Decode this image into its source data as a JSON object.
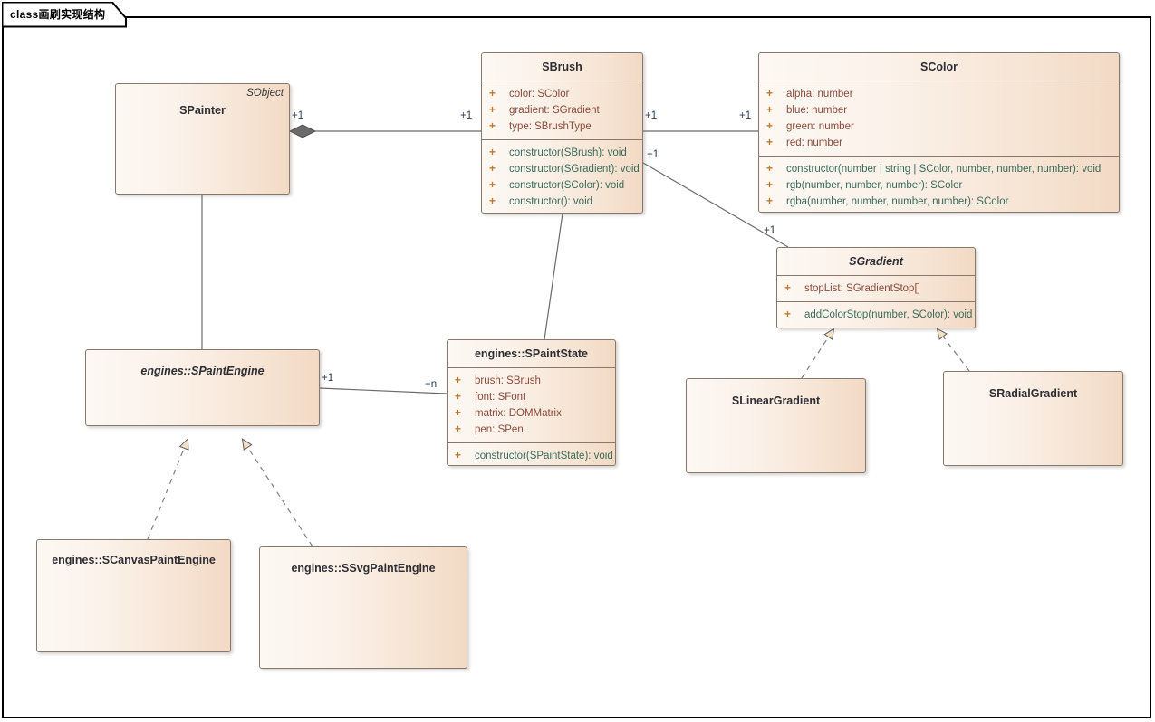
{
  "diagram": {
    "frame_keyword": "class",
    "frame_title": "画刷实现结构",
    "frame_label_full": "class画刷实现结构"
  },
  "classes": {
    "spainter": {
      "name": "SPainter",
      "tag": "SObject"
    },
    "sbrush": {
      "name": "SBrush",
      "attributes": [
        {
          "vis": "+",
          "sig": "color: SColor"
        },
        {
          "vis": "+",
          "sig": "gradient: SGradient"
        },
        {
          "vis": "+",
          "sig": "type: SBrushType"
        }
      ],
      "operations": [
        {
          "vis": "+",
          "sig": "constructor(SBrush): void"
        },
        {
          "vis": "+",
          "sig": "constructor(SGradient): void"
        },
        {
          "vis": "+",
          "sig": "constructor(SColor): void"
        },
        {
          "vis": "+",
          "sig": "constructor(): void"
        }
      ]
    },
    "scolor": {
      "name": "SColor",
      "attributes": [
        {
          "vis": "+",
          "sig": "alpha: number"
        },
        {
          "vis": "+",
          "sig": "blue: number"
        },
        {
          "vis": "+",
          "sig": "green: number"
        },
        {
          "vis": "+",
          "sig": "red: number"
        }
      ],
      "operations": [
        {
          "vis": "+",
          "sig": "constructor(number | string | SColor, number, number, number): void"
        },
        {
          "vis": "+",
          "sig": "rgb(number, number, number): SColor"
        },
        {
          "vis": "+",
          "sig": "rgba(number, number, number, number): SColor"
        }
      ]
    },
    "sgradient": {
      "name": "SGradient",
      "attributes": [
        {
          "vis": "+",
          "sig": "stopList: SGradientStop[]"
        }
      ],
      "operations": [
        {
          "vis": "+",
          "sig": "addColorStop(number, SColor): void"
        }
      ]
    },
    "slineargradient": {
      "name": "SLinearGradient"
    },
    "sradialgradient": {
      "name": "SRadialGradient"
    },
    "spaintengine": {
      "name": "engines::SPaintEngine"
    },
    "spaintstate": {
      "name": "engines::SPaintState",
      "attributes": [
        {
          "vis": "+",
          "sig": "brush: SBrush"
        },
        {
          "vis": "+",
          "sig": "font: SFont"
        },
        {
          "vis": "+",
          "sig": "matrix: DOMMatrix"
        },
        {
          "vis": "+",
          "sig": "pen: SPen"
        }
      ],
      "operations": [
        {
          "vis": "+",
          "sig": "constructor(SPaintState): void"
        }
      ]
    },
    "scanvaspaintengine": {
      "name": "engines::SCanvasPaintEngine"
    },
    "ssvgpaintengine": {
      "name": "engines::SSvgPaintEngine"
    }
  },
  "multiplicities": {
    "painter_to_brush_src": "+1",
    "painter_to_brush_dst": "+1",
    "brush_to_color_src": "+1",
    "brush_to_color_dst": "+1",
    "brush_to_gradient_src": "+1",
    "brush_to_gradient_dst": "+1",
    "engine_to_state_src": "+1",
    "engine_to_state_dst": "+n"
  },
  "colors": {
    "box_border": "#87796b",
    "box_fill_light": "#fdf8f3",
    "box_fill_dark": "#f2d9c4",
    "attribute_text": "#8a4a3a",
    "operation_text": "#3b6b5a",
    "visibility_plus": "#c07a30",
    "title_text": "#2e2e34",
    "connector": "#6b6b6b",
    "multiplicity_text": "#2b3a52",
    "arrow_fill": "#f6e0c4",
    "frame_border": "#000000"
  }
}
